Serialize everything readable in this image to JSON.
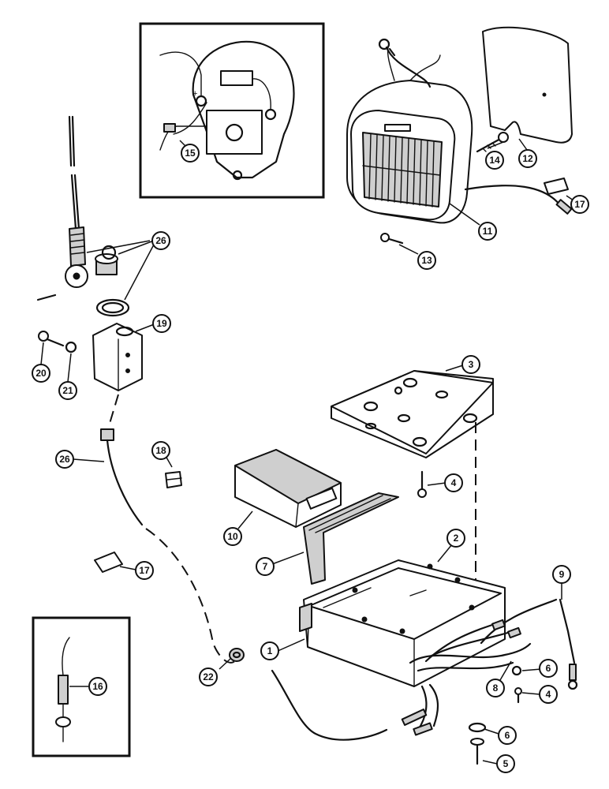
{
  "callouts": [
    {
      "id": "c15",
      "label": "15"
    },
    {
      "id": "c14",
      "label": "14"
    },
    {
      "id": "c12",
      "label": "12"
    },
    {
      "id": "c17a",
      "label": "17"
    },
    {
      "id": "c11",
      "label": "11"
    },
    {
      "id": "c13",
      "label": "13"
    },
    {
      "id": "c26a",
      "label": "26"
    },
    {
      "id": "c19",
      "label": "19"
    },
    {
      "id": "c20",
      "label": "20"
    },
    {
      "id": "c21",
      "label": "21"
    },
    {
      "id": "c3",
      "label": "3"
    },
    {
      "id": "c26b",
      "label": "26"
    },
    {
      "id": "c18",
      "label": "18"
    },
    {
      "id": "c4a",
      "label": "4"
    },
    {
      "id": "c10",
      "label": "10"
    },
    {
      "id": "c2",
      "label": "2"
    },
    {
      "id": "c7",
      "label": "7"
    },
    {
      "id": "c17b",
      "label": "17"
    },
    {
      "id": "c9",
      "label": "9"
    },
    {
      "id": "c1",
      "label": "1"
    },
    {
      "id": "c6a",
      "label": "6"
    },
    {
      "id": "c16",
      "label": "16"
    },
    {
      "id": "c22",
      "label": "22"
    },
    {
      "id": "c8",
      "label": "8"
    },
    {
      "id": "c4b",
      "label": "4"
    },
    {
      "id": "c6b",
      "label": "6"
    },
    {
      "id": "c5",
      "label": "5"
    }
  ]
}
